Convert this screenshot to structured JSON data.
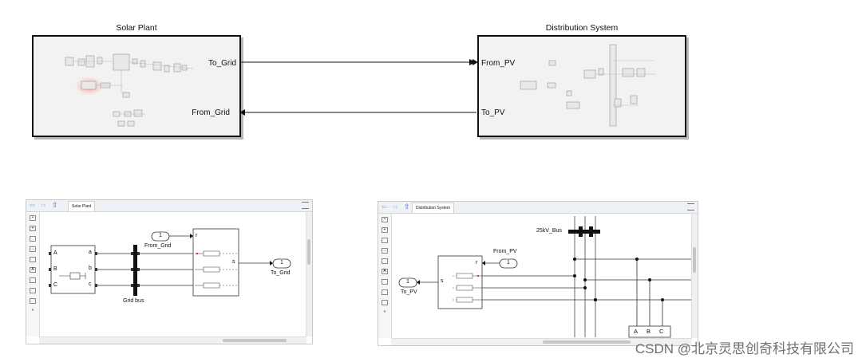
{
  "top": {
    "solar_block": {
      "title": "Solar Plant",
      "out_port": "To_Grid",
      "in_port": "From_Grid"
    },
    "dist_block": {
      "title": "Distribution System",
      "in_port": "From_PV",
      "out_port": "To_PV"
    }
  },
  "solar_window": {
    "tab_label": "Solar Plant",
    "goto_tag": "From_Grid",
    "goto_number": "1",
    "out_tag": "To_Grid",
    "out_number": "1",
    "bus_label": "Grid bus",
    "ports": [
      "A",
      "B",
      "C",
      "a",
      "b",
      "c"
    ],
    "subsys_ports": [
      "r",
      "s"
    ]
  },
  "dist_window": {
    "tab_label": "Distribution System",
    "bus_label": "25kV_Bus",
    "from_tag": "From_PV",
    "from_number": "1",
    "to_tag": "To_PV",
    "to_number": "1",
    "subsys_ports": [
      "r",
      "s"
    ],
    "meas_labels": [
      "A",
      "B",
      "C"
    ]
  },
  "watermark": "CSDN @北京灵思创奇科技有限公司"
}
